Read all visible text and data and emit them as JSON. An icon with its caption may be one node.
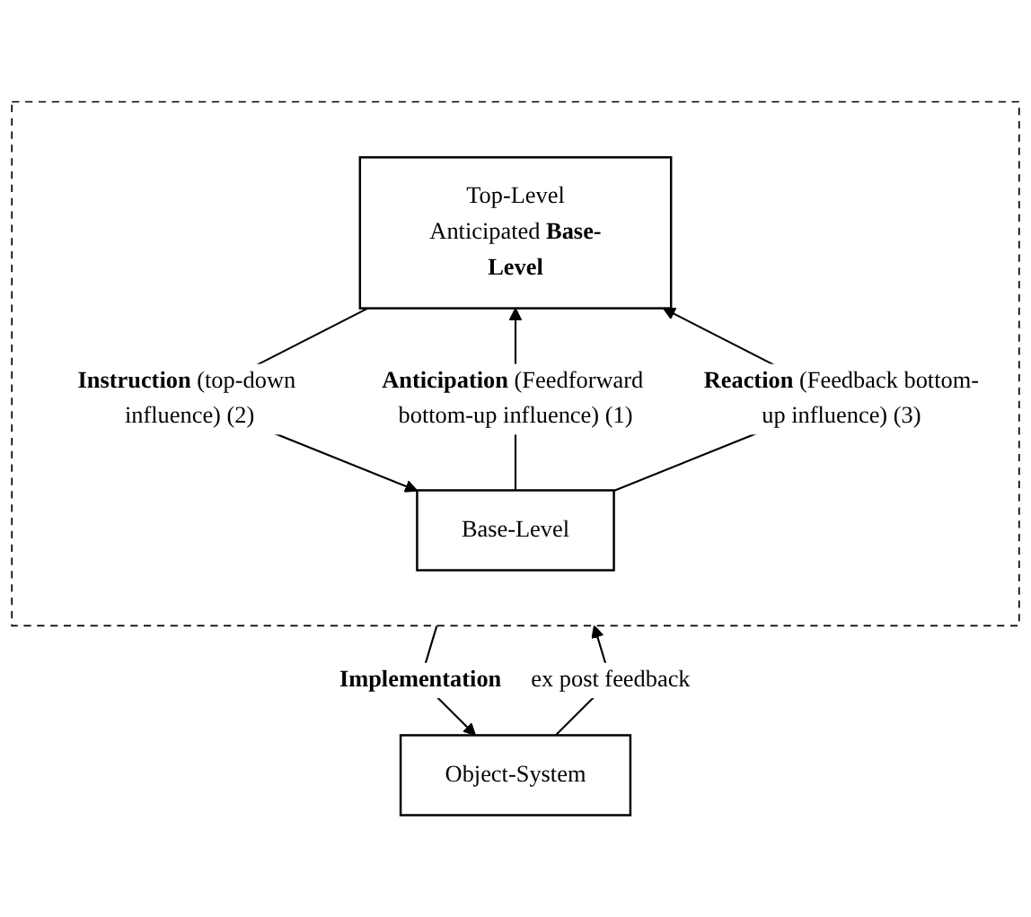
{
  "diagram": {
    "nodes": [
      {
        "text": [],
        "shape": "box"
      },
      {
        "text": [
          "Top-Level",
          "Anticipated **Base-Level**"
        ],
        "in": 0
      },
      {
        "text": [
          "Base-Level"
        ],
        "in": 0
      },
      {
        "text": [
          "Object-System"
        ]
      }
    ],
    "edges": [
      {
        "from": 2,
        "to": 1,
        "arrow": "to",
        "label": "**Anticipation** (Feedforward bottom-up influence) (1)"
      },
      {
        "from": 1,
        "to": 2,
        "arrow": "to",
        "label": "**Instruction** (top-down influence) (2)"
      },
      {
        "from": 2,
        "to": 1,
        "arrow": "to",
        "label": "**Reaction** (Feedback bottom-up influence) (3)"
      },
      {
        "from": 0,
        "to": 3,
        "arrow": "to",
        "label": "**Implementation**"
      },
      {
        "from": 3,
        "to": 0,
        "arrow": "to",
        "label": "ex post feedback"
      }
    ]
  }
}
